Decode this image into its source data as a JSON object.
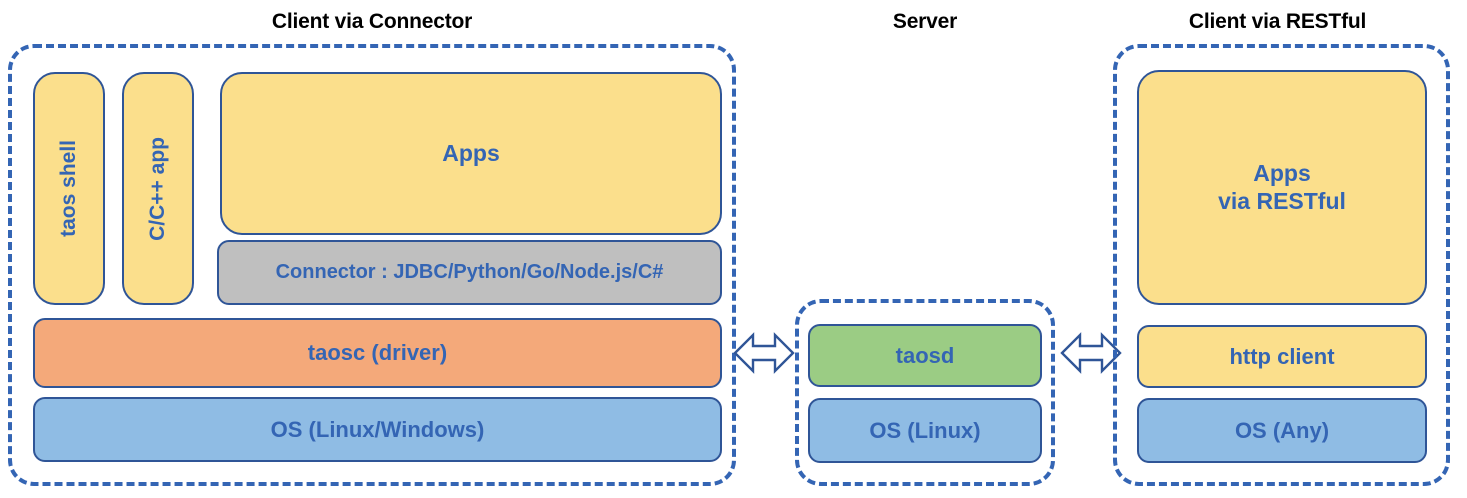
{
  "diagram": {
    "title_left": "Client via Connector",
    "title_center": "Server",
    "title_right": "Client via RESTful",
    "colors": {
      "accent_dashed": "#3465b4",
      "box_border": "#2f5597",
      "text_blue": "#3465b4",
      "yellow": "#fbdf8c",
      "orange": "#f4a97a",
      "blue": "#8fbce4",
      "green": "#9bcc84",
      "gray": "#bfbfbf",
      "title_black": "#000000"
    }
  },
  "client_connector": {
    "taos_shell": "taos shell",
    "c_cpp_app": "C/C++ app",
    "apps": "Apps",
    "connector": "Connector : JDBC/Python/Go/Node.js/C#",
    "taosc": "taosc (driver)",
    "os": "OS (Linux/Windows)"
  },
  "server": {
    "taosd": "taosd",
    "os": "OS (Linux)"
  },
  "client_restful": {
    "apps": "Apps\nvia RESTful",
    "http_client": "http client",
    "os": "OS (Any)"
  },
  "arrows": {
    "left_arrow": "bidirectional-arrow",
    "right_arrow": "bidirectional-arrow"
  }
}
